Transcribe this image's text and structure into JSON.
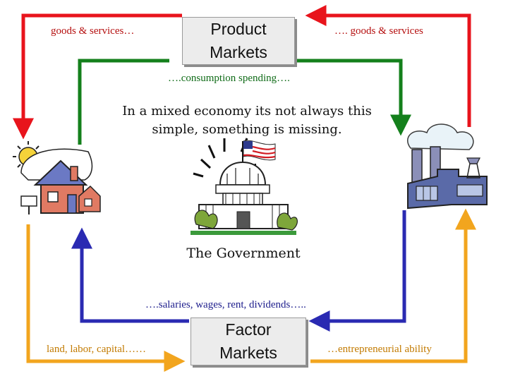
{
  "labels": {
    "goods_left": "goods & services…",
    "goods_right": "…. goods & services",
    "consumption": "….consumption spending….",
    "salaries": "….salaries, wages, rent, dividends…..",
    "land": "land, labor, capital……",
    "entrepreneur": "…entrepreneurial ability"
  },
  "product_markets": {
    "line1": "Product",
    "line2": "Markets"
  },
  "factor_markets": {
    "line1": "Factor",
    "line2": "Markets"
  },
  "center": {
    "line1": "In a mixed economy its not always this",
    "line2": "simple, something is missing.",
    "government": "The Government"
  },
  "colors": {
    "red": "#e8141c",
    "green": "#14801c",
    "blue": "#2a2ab2",
    "orange": "#f2a51e"
  },
  "icons": [
    "house-clipart",
    "factory-clipart",
    "capitol-building-clipart",
    "us-flag-icon"
  ]
}
